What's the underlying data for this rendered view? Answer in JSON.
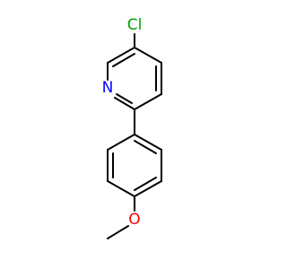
{
  "molecule": {
    "atoms": {
      "chlorine": "Cl",
      "nitrogen": "N",
      "oxygen": "O"
    },
    "colors": {
      "bond": "#000000",
      "chlorine": "#00a000",
      "nitrogen": "#0000ff",
      "oxygen": "#ff0000"
    }
  }
}
